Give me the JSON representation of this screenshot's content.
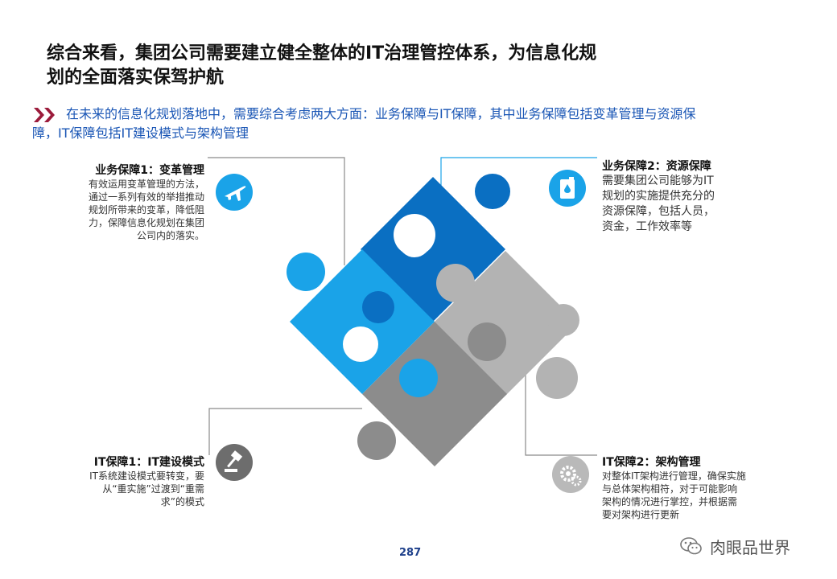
{
  "title": {
    "line1": "综合来看，集团公司需要建立健全整体的IT治理管控体系，为信息化规",
    "line2": "划的全面落实保驾护航"
  },
  "intro": {
    "line1": "在未来的信息化规划落地中，需要综合考虑两大方面：业务保障与IT保障，其中业务保障包括变革管理与资源保",
    "line2": "障，IT保障包括IT建设模式与架构管理"
  },
  "blocks": {
    "change": {
      "heading": "业务保障1：变革管理",
      "lines": [
        "有效运用变革管理的方法，",
        "通过一系列有效的举措推动",
        "规划所带来的变革，降低阻",
        "力，保障信息化规划在集团",
        "公司内的落实。"
      ]
    },
    "resource": {
      "heading": "业务保障2：资源保障",
      "lines": [
        "需要集团公司能够为IT",
        "规划的实施提供充分的",
        "资源保障，包括人员，",
        "资金，工作效率等"
      ]
    },
    "build": {
      "heading": "IT保障1：IT建设模式",
      "lines": [
        "IT系统建设模式要转变，要",
        "从“重实施”过渡到“重需",
        "求”的模式"
      ]
    },
    "arch": {
      "heading": "IT保障2：架构管理",
      "lines": [
        "对整体IT架构进行管理，确保实施",
        "与总体架构相符，对于可能影响",
        "架构的情况进行掌控，并根据需",
        "要对架构进行更新"
      ]
    }
  },
  "icons": {
    "change": "airplane-icon",
    "resource": "fuel-can-icon",
    "build": "gavel-icon",
    "arch": "gears-icon"
  },
  "colors": {
    "accent_red": "#9b1b3b",
    "title_blue": "#1a56b5",
    "piece_dark_blue": "#0a6fc2",
    "piece_light_blue": "#1aa3e8",
    "piece_light_gray": "#b3b3b3",
    "piece_dark_gray": "#8c8c8c"
  },
  "page_number": "287",
  "watermark": "肉眼品世界"
}
